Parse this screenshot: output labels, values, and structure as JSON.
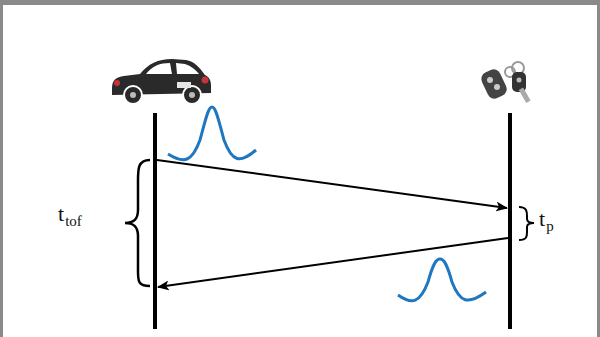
{
  "diagram": {
    "labels": [
      "t",
      "tof",
      "t",
      "p"
    ]
  }
}
